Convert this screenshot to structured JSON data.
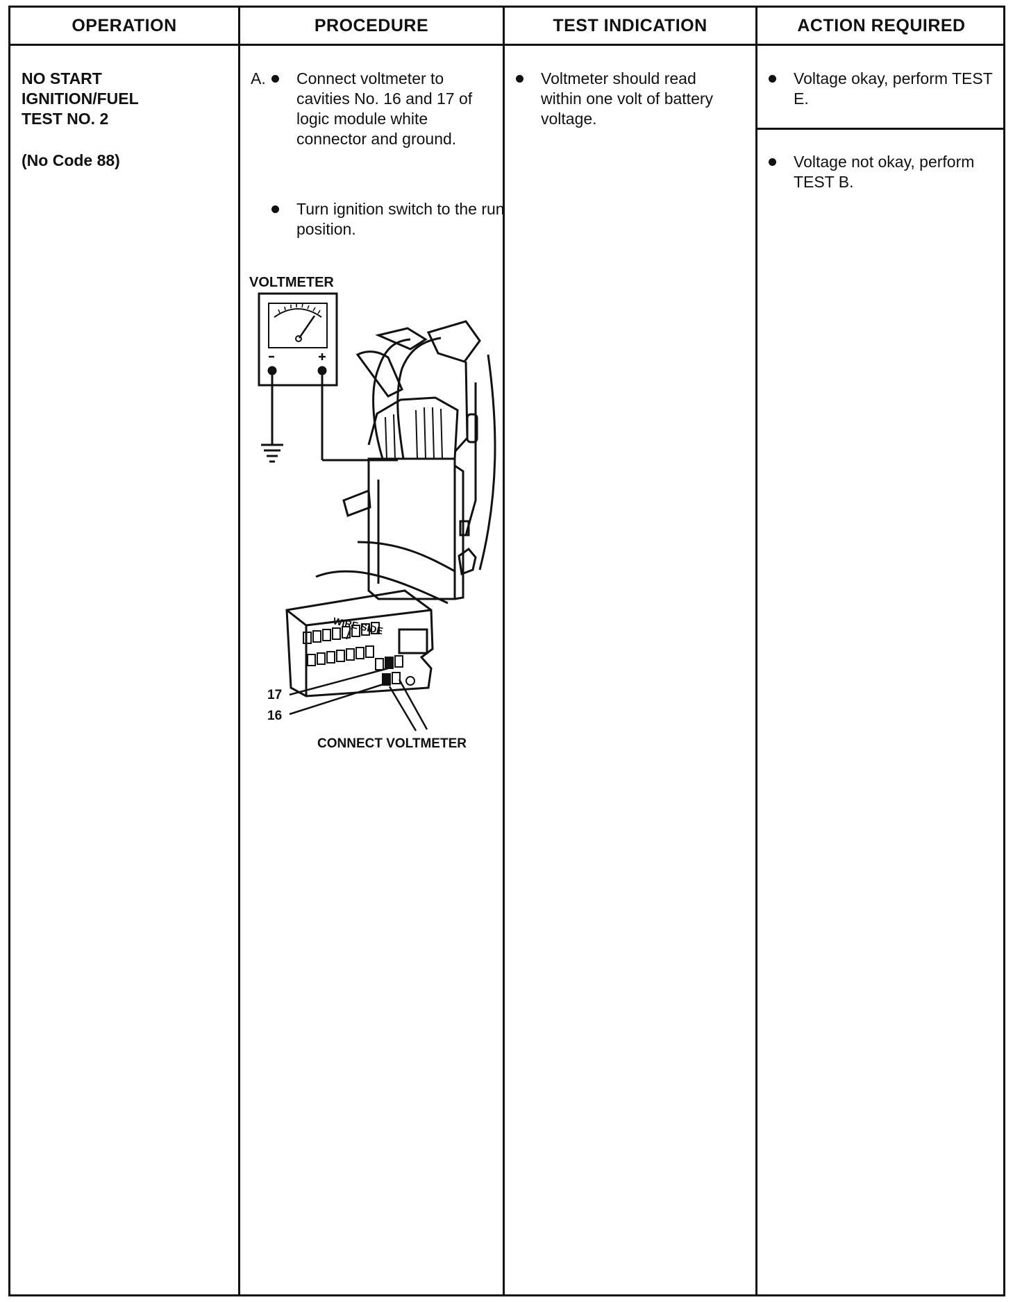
{
  "headers": {
    "operation": "OPERATION",
    "procedure": "PROCEDURE",
    "test_indication": "TEST INDICATION",
    "action_required": "ACTION REQUIRED"
  },
  "operation": {
    "lines": [
      "NO START",
      "IGNITION/FUEL",
      "TEST NO. 2"
    ],
    "note": "(No Code 88)"
  },
  "procedure": {
    "step_prefix": "A.",
    "bullets": [
      "Connect voltmeter to cavities No. 16 and 17 of logic module white connector and ground.",
      "Turn ignition switch to the run position."
    ],
    "figure": {
      "voltmeter_label": "VOLTMETER",
      "minus": "–",
      "plus": "+",
      "wire_side_label": "WIRE SIDE",
      "pin_17": "17",
      "pin_16": "16",
      "caption": "CONNECT VOLTMETER"
    }
  },
  "test_indication": {
    "bullet": "Voltmeter should read within one volt of battery voltage."
  },
  "action_required": {
    "ok": "Voltage okay, perform TEST E.",
    "not_ok": "Voltage not okay, perform TEST B."
  }
}
